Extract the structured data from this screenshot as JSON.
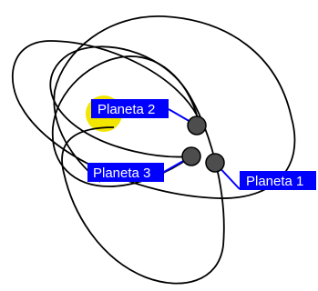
{
  "diagram": {
    "sun": {
      "color": "#f2e600"
    },
    "colors": {
      "orbit": "#000000",
      "planet_fill": "#4d4d4d",
      "planet_stroke": "#000000",
      "label_bg": "#0000ff",
      "label_text": "#ffffff",
      "leader_line": "#0000ff"
    },
    "planets": [
      {
        "label": "Planeta 1"
      },
      {
        "label": "Planeta 2"
      },
      {
        "label": "Planeta 3"
      }
    ]
  }
}
